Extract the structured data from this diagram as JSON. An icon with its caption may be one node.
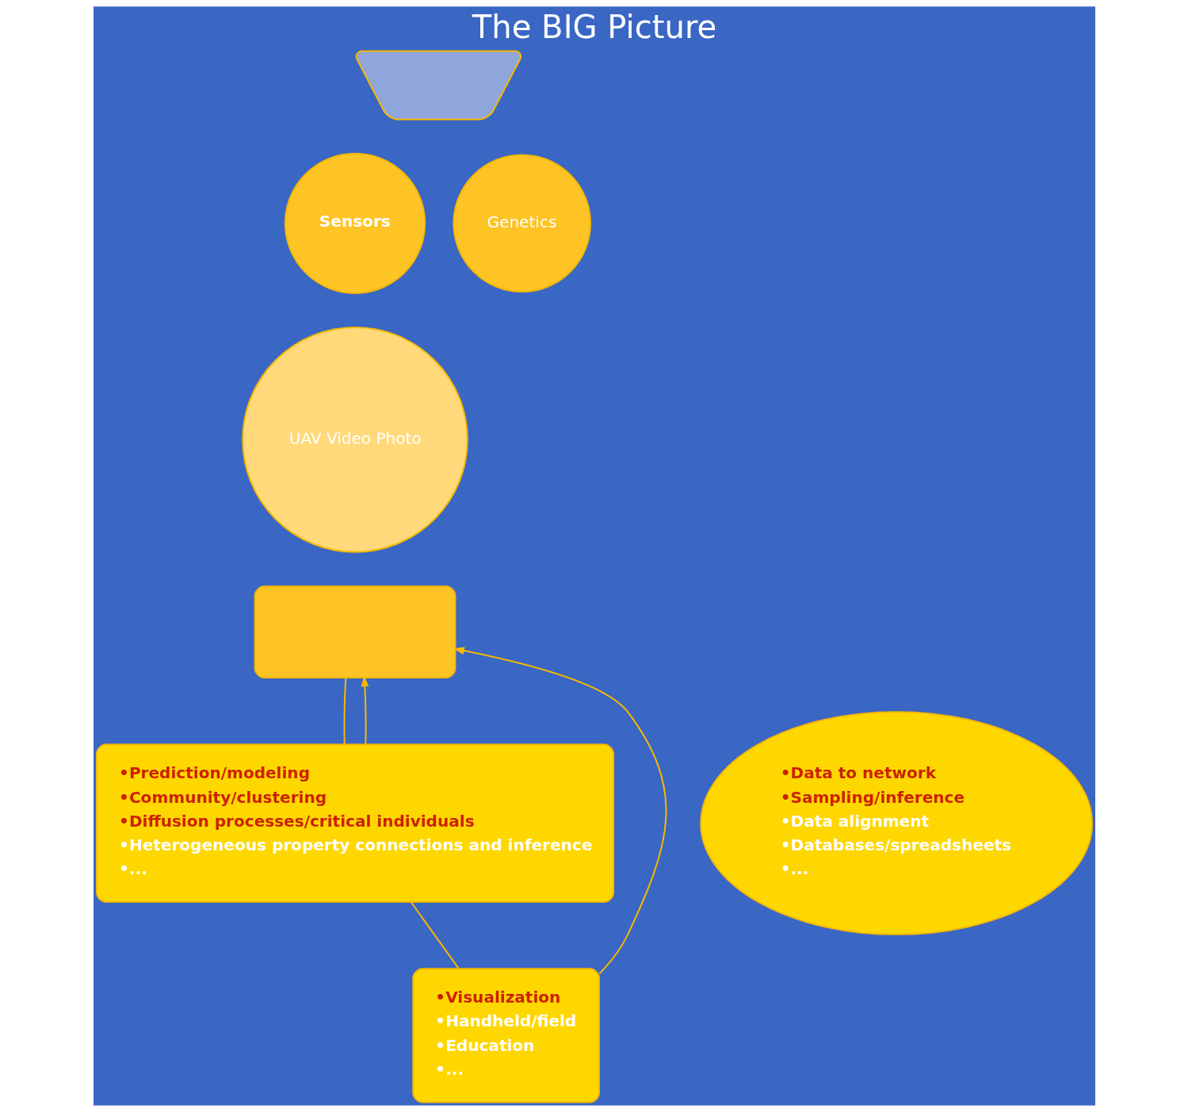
{
  "diagram": {
    "title": "The BIG Picture",
    "nodes": [
      {
        "text": [],
        "shape": "funnel"
      },
      {
        "text": [
          "Sensors"
        ]
      },
      {
        "text": [
          "Genetics"
        ]
      },
      {
        "text": [
          "UAV Video Photo"
        ]
      },
      {
        "text": [],
        "shape": "box"
      },
      {
        "text": [
          "•Prediction/modeling",
          "•Community/clustering",
          "•Diffusion processes/critical individuals",
          "•Heterogeneous property connections and inference",
          "•..."
        ]
      },
      {
        "text": [
          "•Data to network",
          "•Sampling/inference",
          "•Data alignment",
          "•Databases/spreadsheets",
          "•..."
        ]
      },
      {
        "text": [
          "•Visualization",
          "•Handheld/field",
          "•Education",
          "•..."
        ]
      }
    ],
    "edges": [
      {
        "from": 4,
        "to": 5,
        "arrow": "none"
      },
      {
        "from": 5,
        "to": 4,
        "arrow": "to"
      },
      {
        "from": 7,
        "to": 4,
        "arrow": "to"
      },
      {
        "from": 5,
        "to": 7,
        "arrow": "none"
      }
    ]
  }
}
